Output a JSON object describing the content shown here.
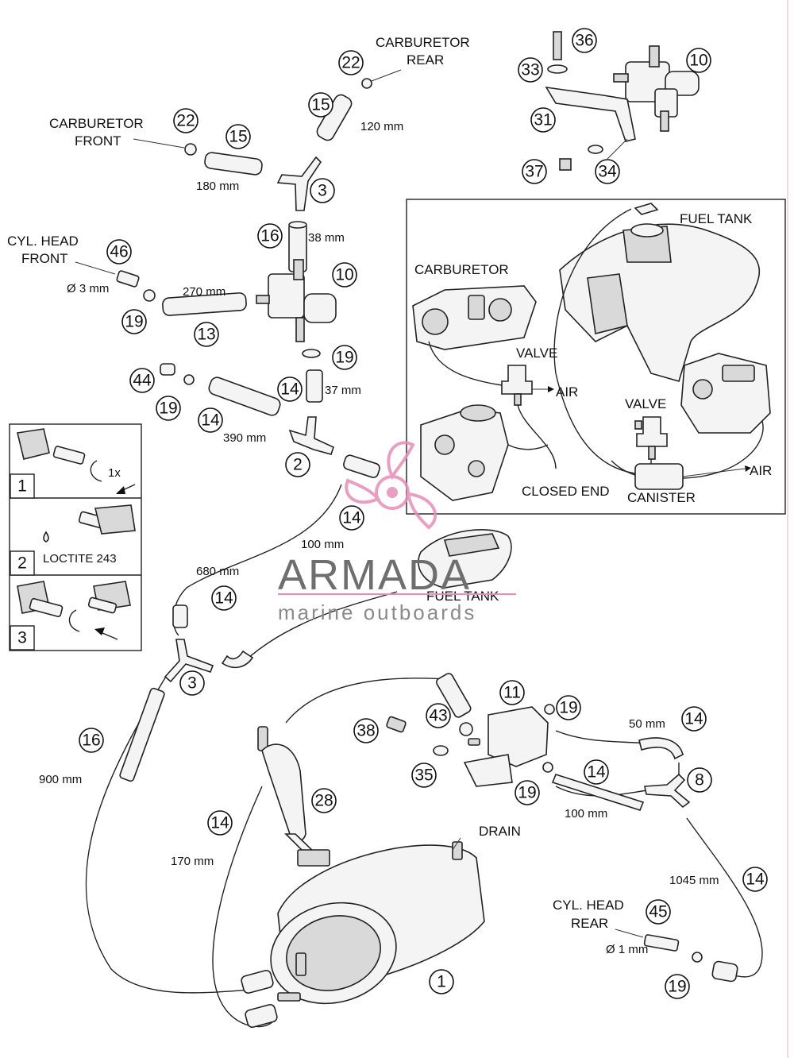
{
  "labels": {
    "carb_rear_1": "CARBURETOR",
    "carb_rear_2": "REAR",
    "carb_front_1": "CARBURETOR",
    "carb_front_2": "FRONT",
    "cyl_head_front_1": "CYL. HEAD",
    "cyl_head_front_2": "FRONT",
    "cyl_head_rear_1": "CYL. HEAD",
    "cyl_head_rear_2": "REAR",
    "drain": "DRAIN",
    "fuel_tank_lower": "FUEL TANK",
    "dia_3mm": "Ø 3 mm",
    "dia_1mm": "Ø 1 mm"
  },
  "dimensions": {
    "d120": "120 mm",
    "d180": "180 mm",
    "d38": "38 mm",
    "d270": "270 mm",
    "d37": "37 mm",
    "d390": "390 mm",
    "d100a": "100 mm",
    "d680": "680 mm",
    "d900": "900 mm",
    "d170": "170 mm",
    "d50": "50 mm",
    "d100b": "100 mm",
    "d1045": "1045 mm"
  },
  "callouts": {
    "c36": "36",
    "c10a": "10",
    "c33": "33",
    "c31": "31",
    "c37": "37",
    "c34": "34",
    "c22a": "22",
    "c15a": "15",
    "c22b": "22",
    "c15b": "15",
    "c3a": "3",
    "c16a": "16",
    "c10b": "10",
    "c46": "46",
    "c19a": "19",
    "c13": "13",
    "c19b": "19",
    "c14a": "14",
    "c44": "44",
    "c19c": "19",
    "c14b": "14",
    "c2": "2",
    "c14c": "14",
    "c14d": "14",
    "c3b": "3",
    "c16b": "16",
    "c11": "11",
    "c19d": "19",
    "c14e": "14",
    "c43": "43",
    "c38": "38",
    "c35": "35",
    "c19e": "19",
    "c14f": "14",
    "c8": "8",
    "c28": "28",
    "c14g": "14",
    "c14h": "14",
    "c45": "45",
    "c19f": "19",
    "c1": "1"
  },
  "inset": {
    "fuel_tank": "FUEL TANK",
    "carburetor": "CARBURETOR",
    "valve_1": "VALVE",
    "air_1": "AIR",
    "valve_2": "VALVE",
    "air_2": "AIR",
    "closed_end": "CLOSED END",
    "canister": "CANISTER"
  },
  "steps": [
    {
      "num": "1",
      "note": "1x"
    },
    {
      "num": "2",
      "note": "LOCTITE 243"
    },
    {
      "num": "3",
      "note": ""
    }
  ],
  "watermark": {
    "brand": "ARMADA",
    "sub": "marine outboards",
    "color_primary": "#e58fb8",
    "color_text": "#6e6e6e"
  }
}
